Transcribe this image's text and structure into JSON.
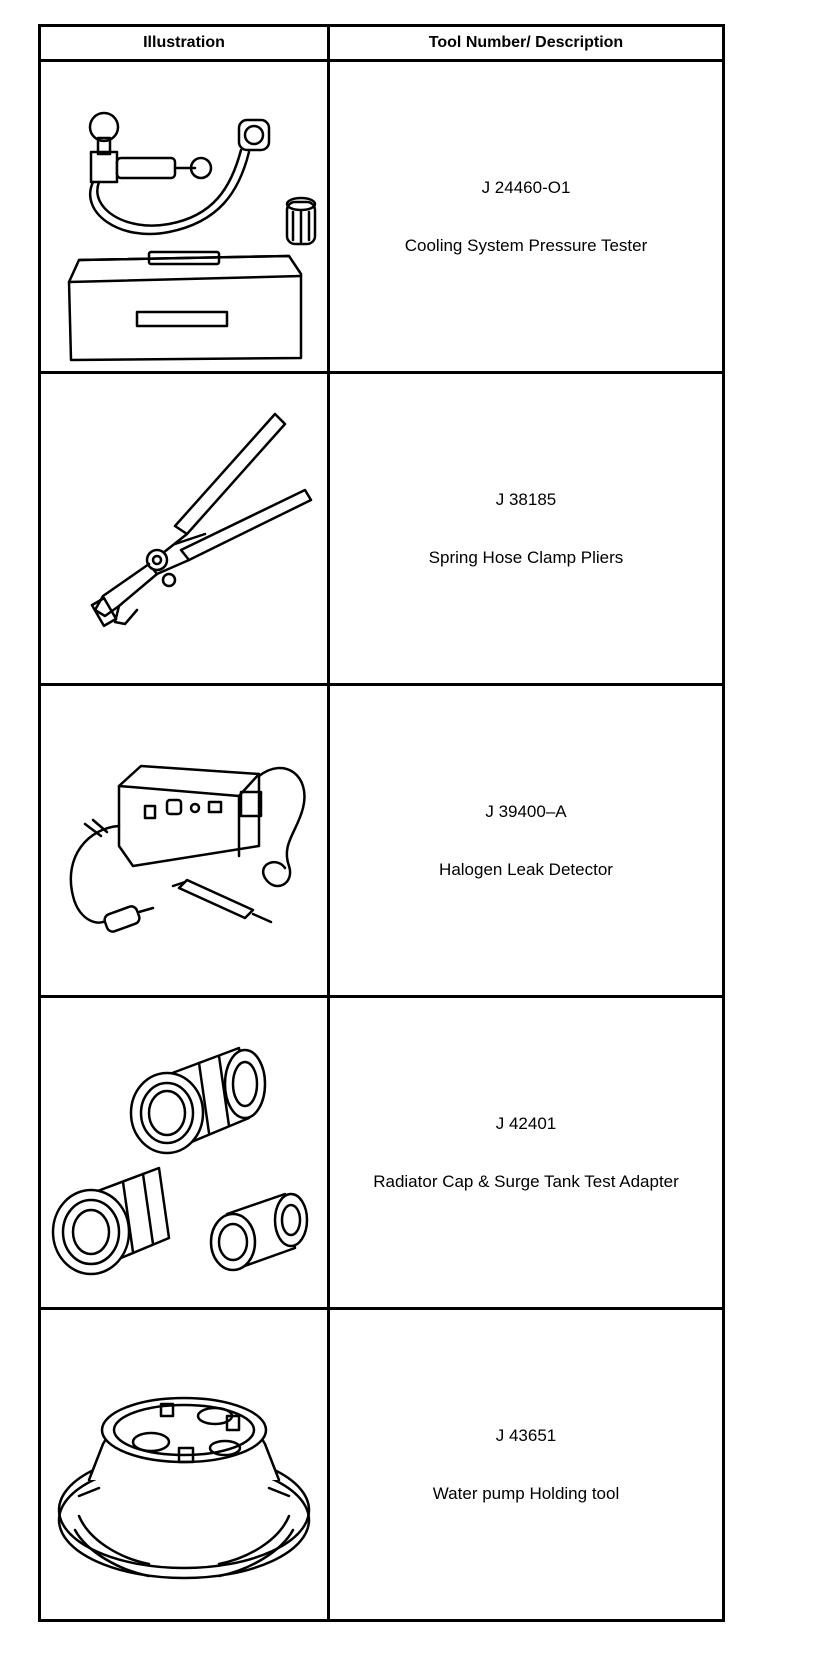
{
  "table": {
    "headers": {
      "illustration": "Illustration",
      "description": "Tool Number/ Description"
    },
    "rows": [
      {
        "tool_number": "J 24460-O1",
        "description": "Cooling System Pressure Tester",
        "illustration_icon": "pressure-tester-icon"
      },
      {
        "tool_number": "J 38185",
        "description": "Spring Hose Clamp Pliers",
        "illustration_icon": "hose-clamp-pliers-icon"
      },
      {
        "tool_number": "J 39400–A",
        "description": "Halogen Leak Detector",
        "illustration_icon": "leak-detector-icon"
      },
      {
        "tool_number": "J 42401",
        "description": "Radiator Cap & Surge Tank Test Adapter",
        "illustration_icon": "test-adapter-icon"
      },
      {
        "tool_number": "J 43651",
        "description": "Water pump Holding tool",
        "illustration_icon": "water-pump-holder-icon"
      }
    ]
  }
}
